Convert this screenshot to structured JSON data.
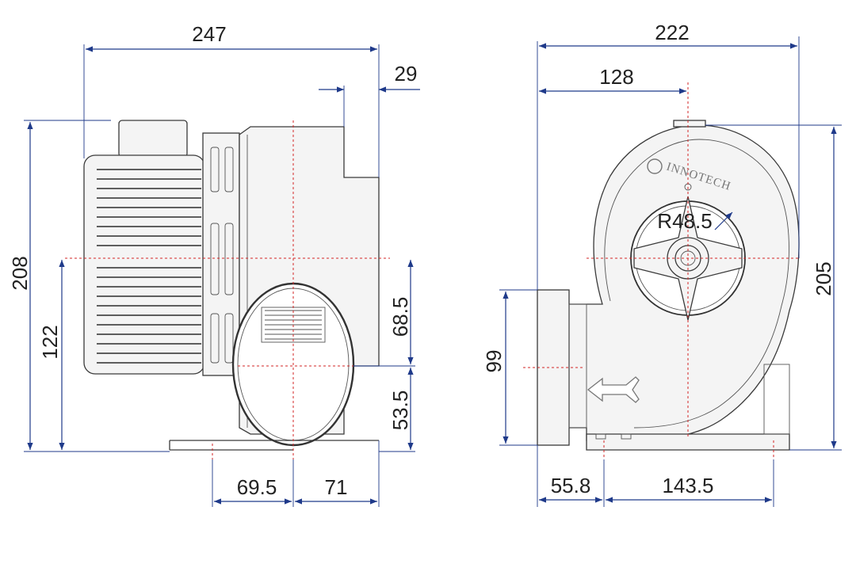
{
  "side_view": {
    "dims": {
      "overall_length": "247",
      "outlet_depth": "29",
      "overall_height": "208",
      "center_height": "122",
      "upper_offset": "68.5",
      "lower_offset": "53.5",
      "base_left": "69.5",
      "base_right": "71"
    }
  },
  "front_view": {
    "brand": "INNOTECH",
    "dims": {
      "overall_width": "222",
      "center_offset": "128",
      "radius": "R48.5",
      "overall_height": "205",
      "outlet_height": "99",
      "outlet_width": "55.8",
      "base_span": "143.5"
    }
  },
  "colors": {
    "dimension": "#1f3a8a",
    "centerline": "#d32626",
    "outline": "#3a3a3a"
  }
}
